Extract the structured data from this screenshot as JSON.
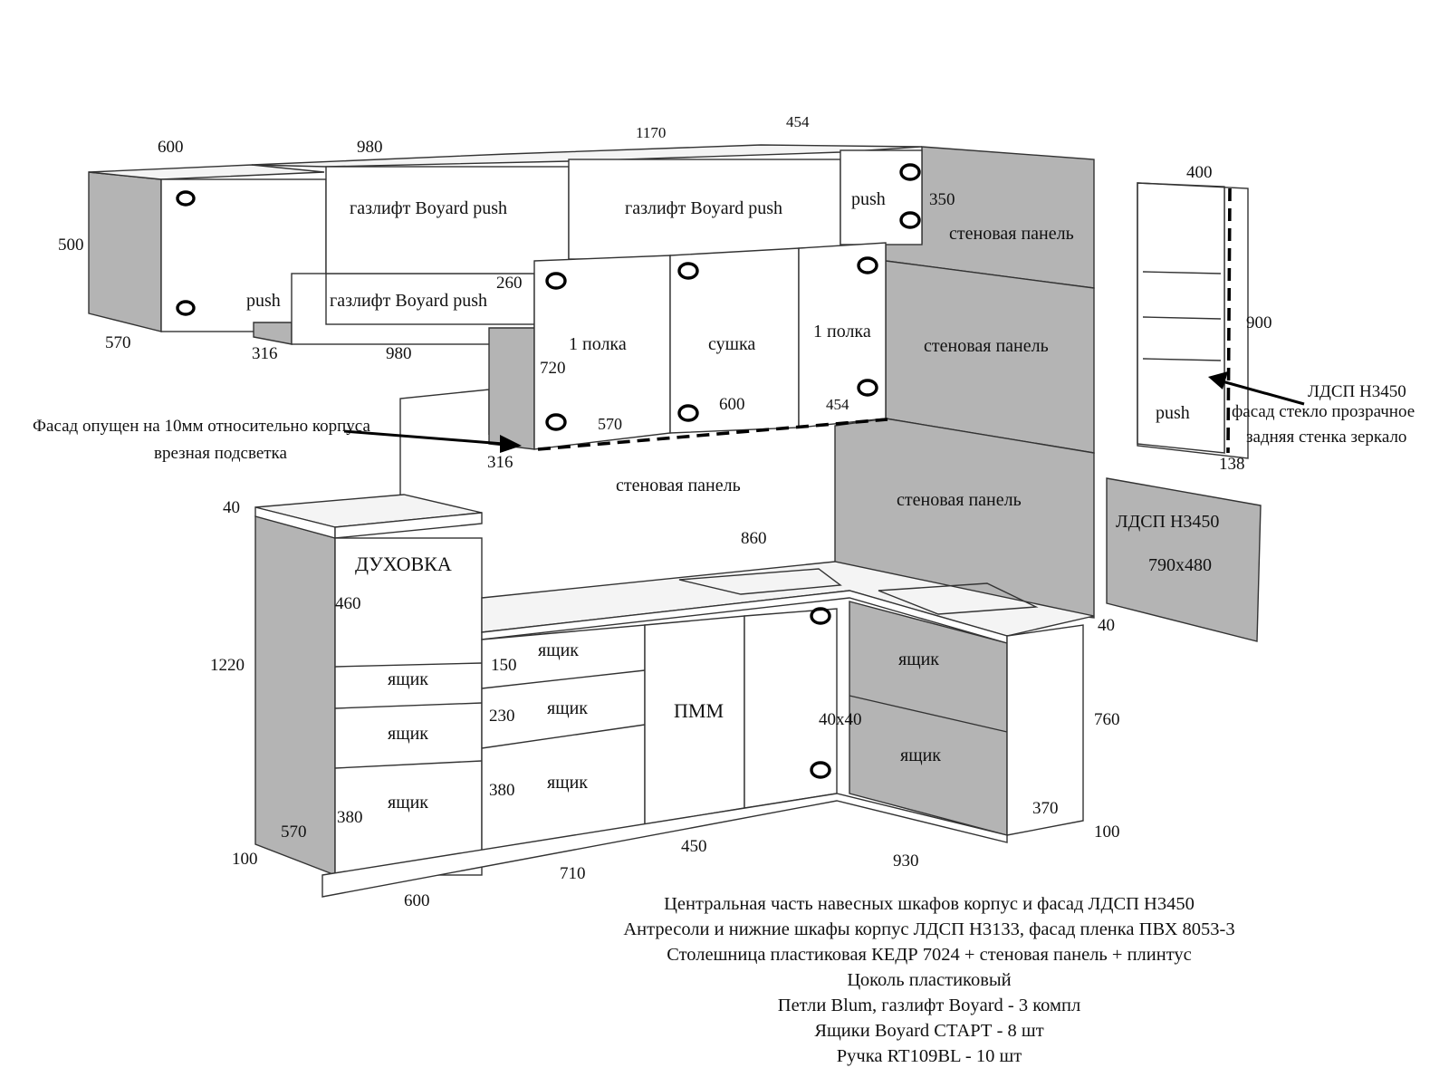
{
  "dims": {
    "top_600": "600",
    "top_980": "980",
    "top_1170": "1170",
    "top_454": "454",
    "left_500": "500",
    "left_570": "570",
    "mid_316": "316",
    "mid_980": "980",
    "mid_260": "260",
    "right_350": "350",
    "tall_400": "400",
    "tall_900": "900",
    "tall_138": "138",
    "c_720": "720",
    "c_570": "570",
    "c_600": "600",
    "c_454": "454",
    "c_316": "316",
    "b_40": "40",
    "b_1220": "1220",
    "b_460": "460",
    "b_150": "150",
    "b_230": "230",
    "b_380a": "380",
    "b_380b": "380",
    "b_570": "570",
    "b_100": "100",
    "b_600": "600",
    "b_710": "710",
    "b_450": "450",
    "b_930": "930",
    "b_860": "860",
    "b_40x40": "40x40",
    "r_40": "40",
    "r_760": "760",
    "r_370": "370",
    "r_100": "100"
  },
  "labels": {
    "gaslift_1": "газлифт Boyard push",
    "gaslift_2": "газлифт Boyard push",
    "gaslift_3": "газлифт Boyard push",
    "push_top": "push",
    "push_left": "push",
    "push_tall": "push",
    "shelf_1": "1 полка",
    "dryer": "сушка",
    "shelf_2": "1 полка",
    "wall_panel_1": "стеновая панель",
    "wall_panel_2": "стеновая панель",
    "wall_panel_3": "стеновая панель",
    "wall_panel_4": "стеновая панель",
    "oven": "ДУХОВКА",
    "drawer_1": "ящик",
    "drawer_2": "ящик",
    "drawer_3": "ящик",
    "drawer_4": "ящик",
    "drawer_5": "ящик",
    "drawer_6": "ящик",
    "drawer_7": "ящик",
    "drawer_8": "ящик",
    "dishwasher": "ПММ",
    "panel_material": "ЛДСП Н3450",
    "panel_size": "790х480"
  },
  "notes": {
    "facade_line1": "Фасад опущен на 10мм относительно корпуса",
    "facade_line2": "врезная подсветка",
    "tall_line1": "ЛДСП Н3450",
    "tall_line2": "фасад стекло прозрачное",
    "tall_line3": "задняя стенка зеркало"
  },
  "spec_lines": [
    "Центральная часть навесных шкафов корпус и фасад ЛДСП Н3450",
    "Антресоли и нижние шкафы корпус ЛДСП Н3133, фасад пленка ПВХ 8053-3",
    "Столешница пластиковая КЕДР 7024 + стеновая панель + плинтус",
    "Цоколь пластиковый",
    "Петли Blum, газлифт Boyard - 3 компл",
    "Ящики Boyard СТАРТ - 8 шт",
    "Ручка RT109BL - 10 шт"
  ]
}
